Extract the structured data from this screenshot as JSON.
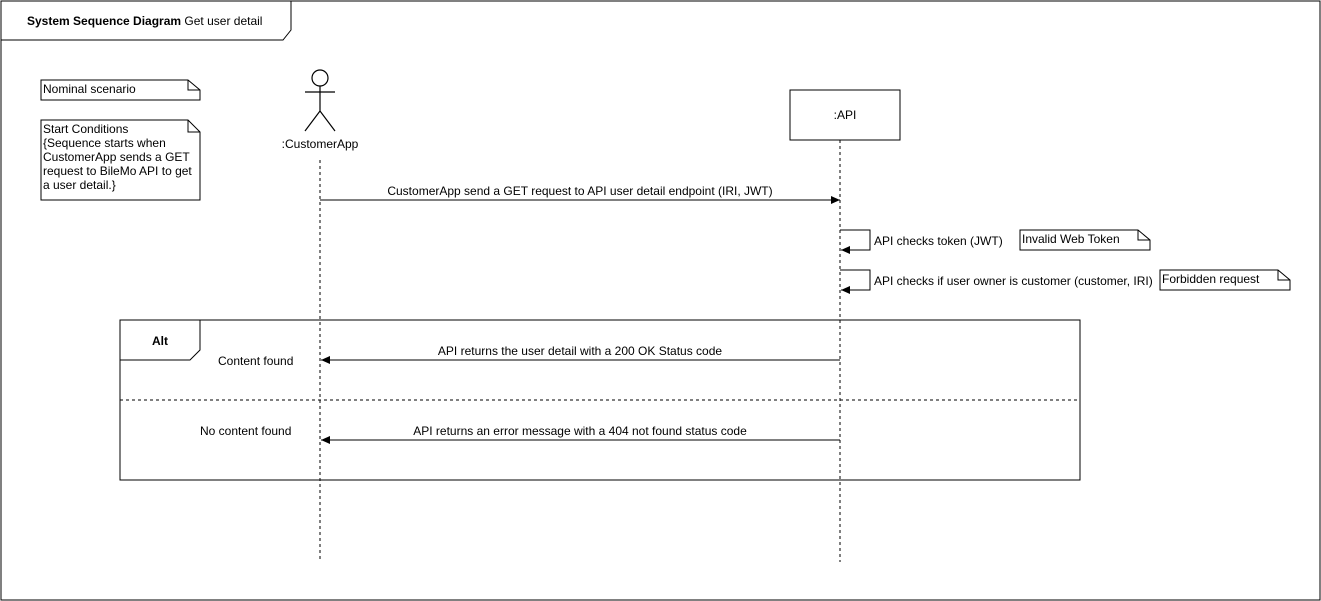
{
  "frame": {
    "title_bold": "System Sequence Diagram",
    "title_rest": "Get user detail"
  },
  "notes": {
    "nominal": "Nominal scenario",
    "start_conditions": [
      "Start Conditions",
      "{Sequence starts when",
      "CustomerApp sends a GET",
      "request to BileMo API to get",
      "a user detail.}"
    ],
    "invalid_token": "Invalid Web Token",
    "forbidden": "Forbidden request"
  },
  "participants": {
    "customer_app": ":CustomerApp",
    "api": ":API"
  },
  "messages": {
    "get_request": "CustomerApp send a GET request to API user detail endpoint (IRI, JWT)",
    "check_token": "API checks token (JWT)",
    "check_owner": "API checks if user owner is customer (customer, IRI)",
    "return_detail": "API returns the user detail with a 200 OK Status code",
    "return_error": "API returns an error message with a 404 not found status code"
  },
  "alt": {
    "label": "Alt",
    "guard_found": "Content found",
    "guard_not_found": "No content found"
  }
}
